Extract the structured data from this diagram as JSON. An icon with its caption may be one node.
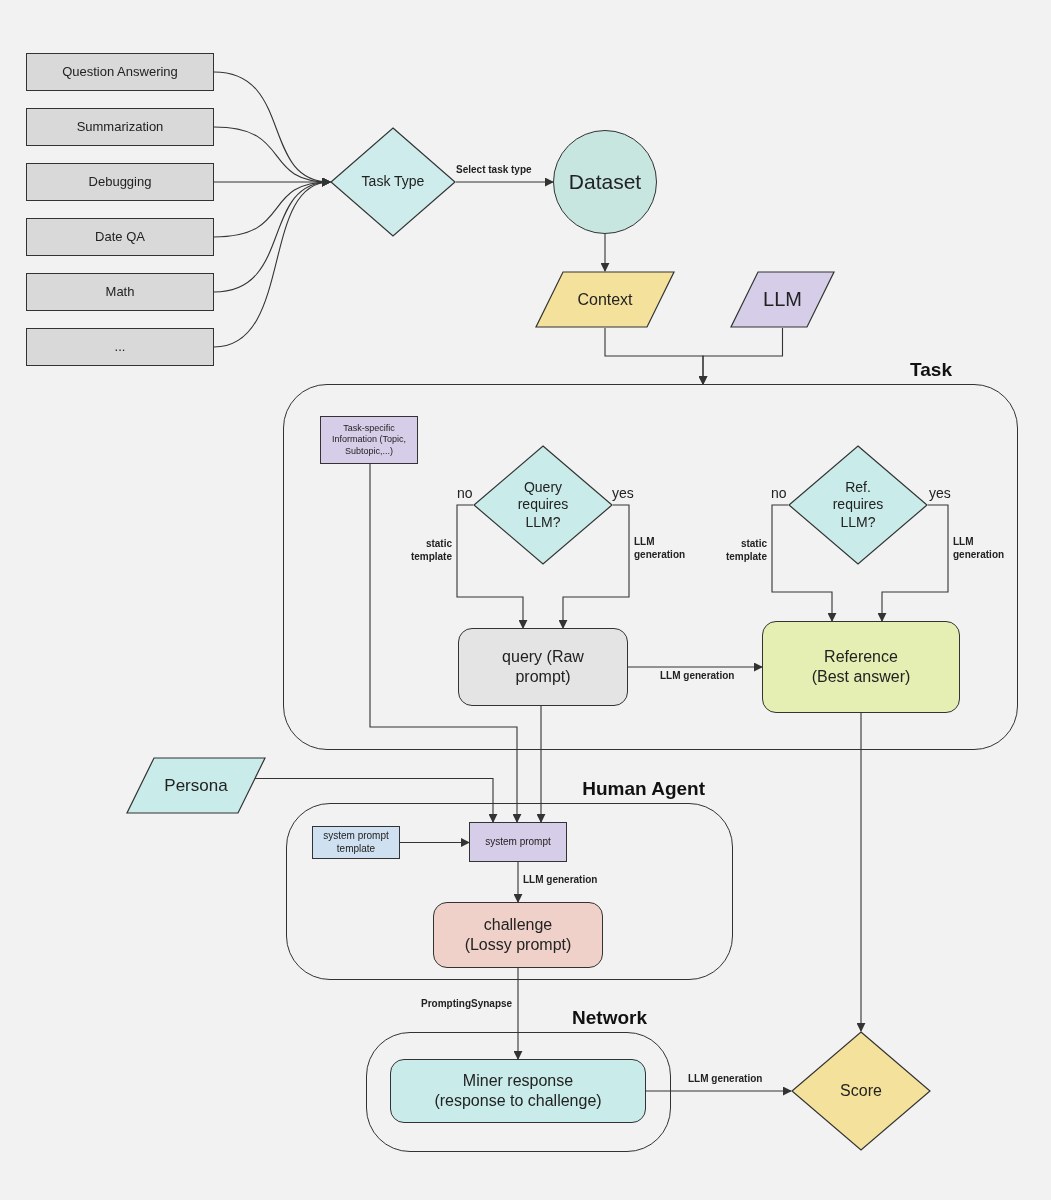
{
  "diagram": {
    "nodes": [
      {
        "text": [
          "Question Answering"
        ]
      },
      {
        "text": [
          "Summarization"
        ]
      },
      {
        "text": [
          "Debugging"
        ]
      },
      {
        "text": [
          "Date QA"
        ]
      },
      {
        "text": [
          "Math"
        ]
      },
      {
        "text": [
          "..."
        ]
      },
      {
        "text": [
          "Task Type"
        ]
      },
      {
        "text": [
          "Dataset"
        ]
      },
      {
        "text": [
          "Context"
        ]
      },
      {
        "text": [
          "LLM"
        ]
      },
      {
        "text": [
          "Task"
        ]
      },
      {
        "text": [
          "Task-specific Information (Topic, Subtopic,...)"
        ],
        "in": 10
      },
      {
        "text": [
          "Query requires LLM?"
        ],
        "in": 10
      },
      {
        "text": [
          "Ref. requires LLM?"
        ],
        "in": 10
      },
      {
        "text": [
          "query (Raw prompt)"
        ],
        "in": 10
      },
      {
        "text": [
          "Reference (Best answer)"
        ],
        "in": 10
      },
      {
        "text": [
          "Persona"
        ]
      },
      {
        "text": [
          "Human Agent"
        ]
      },
      {
        "text": [
          "system prompt template"
        ],
        "in": 17
      },
      {
        "text": [
          "system prompt"
        ],
        "in": 17
      },
      {
        "text": [
          "challenge (Lossy prompt)"
        ],
        "in": 17
      },
      {
        "text": [
          "Network"
        ]
      },
      {
        "text": [
          "Miner response (response to challenge)"
        ],
        "in": 21
      },
      {
        "text": [
          "Score"
        ]
      }
    ],
    "edges": [
      {
        "from": 0,
        "to": 6,
        "arrow": "to"
      },
      {
        "from": 1,
        "to": 6,
        "arrow": "to"
      },
      {
        "from": 2,
        "to": 6,
        "arrow": "to"
      },
      {
        "from": 3,
        "to": 6,
        "arrow": "to"
      },
      {
        "from": 4,
        "to": 6,
        "arrow": "to"
      },
      {
        "from": 5,
        "to": 6,
        "arrow": "to"
      },
      {
        "from": 6,
        "to": 7,
        "arrow": "to",
        "label": "Select task type"
      },
      {
        "from": 7,
        "to": 8,
        "arrow": "to"
      },
      {
        "from": 8,
        "to": 10,
        "arrow": "to"
      },
      {
        "from": 9,
        "to": 10,
        "arrow": "to"
      },
      {
        "from": 12,
        "to": 14,
        "arrow": "to",
        "label": "static template"
      },
      {
        "from": 12,
        "to": 14,
        "arrow": "to",
        "label": "LLM generation"
      },
      {
        "from": 13,
        "to": 15,
        "arrow": "to",
        "label": "static template"
      },
      {
        "from": 13,
        "to": 15,
        "arrow": "to",
        "label": "LLM generation"
      },
      {
        "from": 14,
        "to": 15,
        "arrow": "to",
        "label": "LLM generation"
      },
      {
        "from": 11,
        "to": 19,
        "arrow": "to"
      },
      {
        "from": 14,
        "to": 19,
        "arrow": "to"
      },
      {
        "from": 16,
        "to": 19,
        "arrow": "to"
      },
      {
        "from": 18,
        "to": 19,
        "arrow": "to"
      },
      {
        "from": 19,
        "to": 20,
        "arrow": "to",
        "label": "LLM generation"
      },
      {
        "from": 20,
        "to": 22,
        "arrow": "to",
        "label": "PromptingSynapse"
      },
      {
        "from": 22,
        "to": 23,
        "arrow": "to",
        "label": "LLM generation"
      },
      {
        "from": 15,
        "to": 23,
        "arrow": "to"
      }
    ],
    "labels": [
      "no",
      "yes",
      "no",
      "yes"
    ]
  }
}
